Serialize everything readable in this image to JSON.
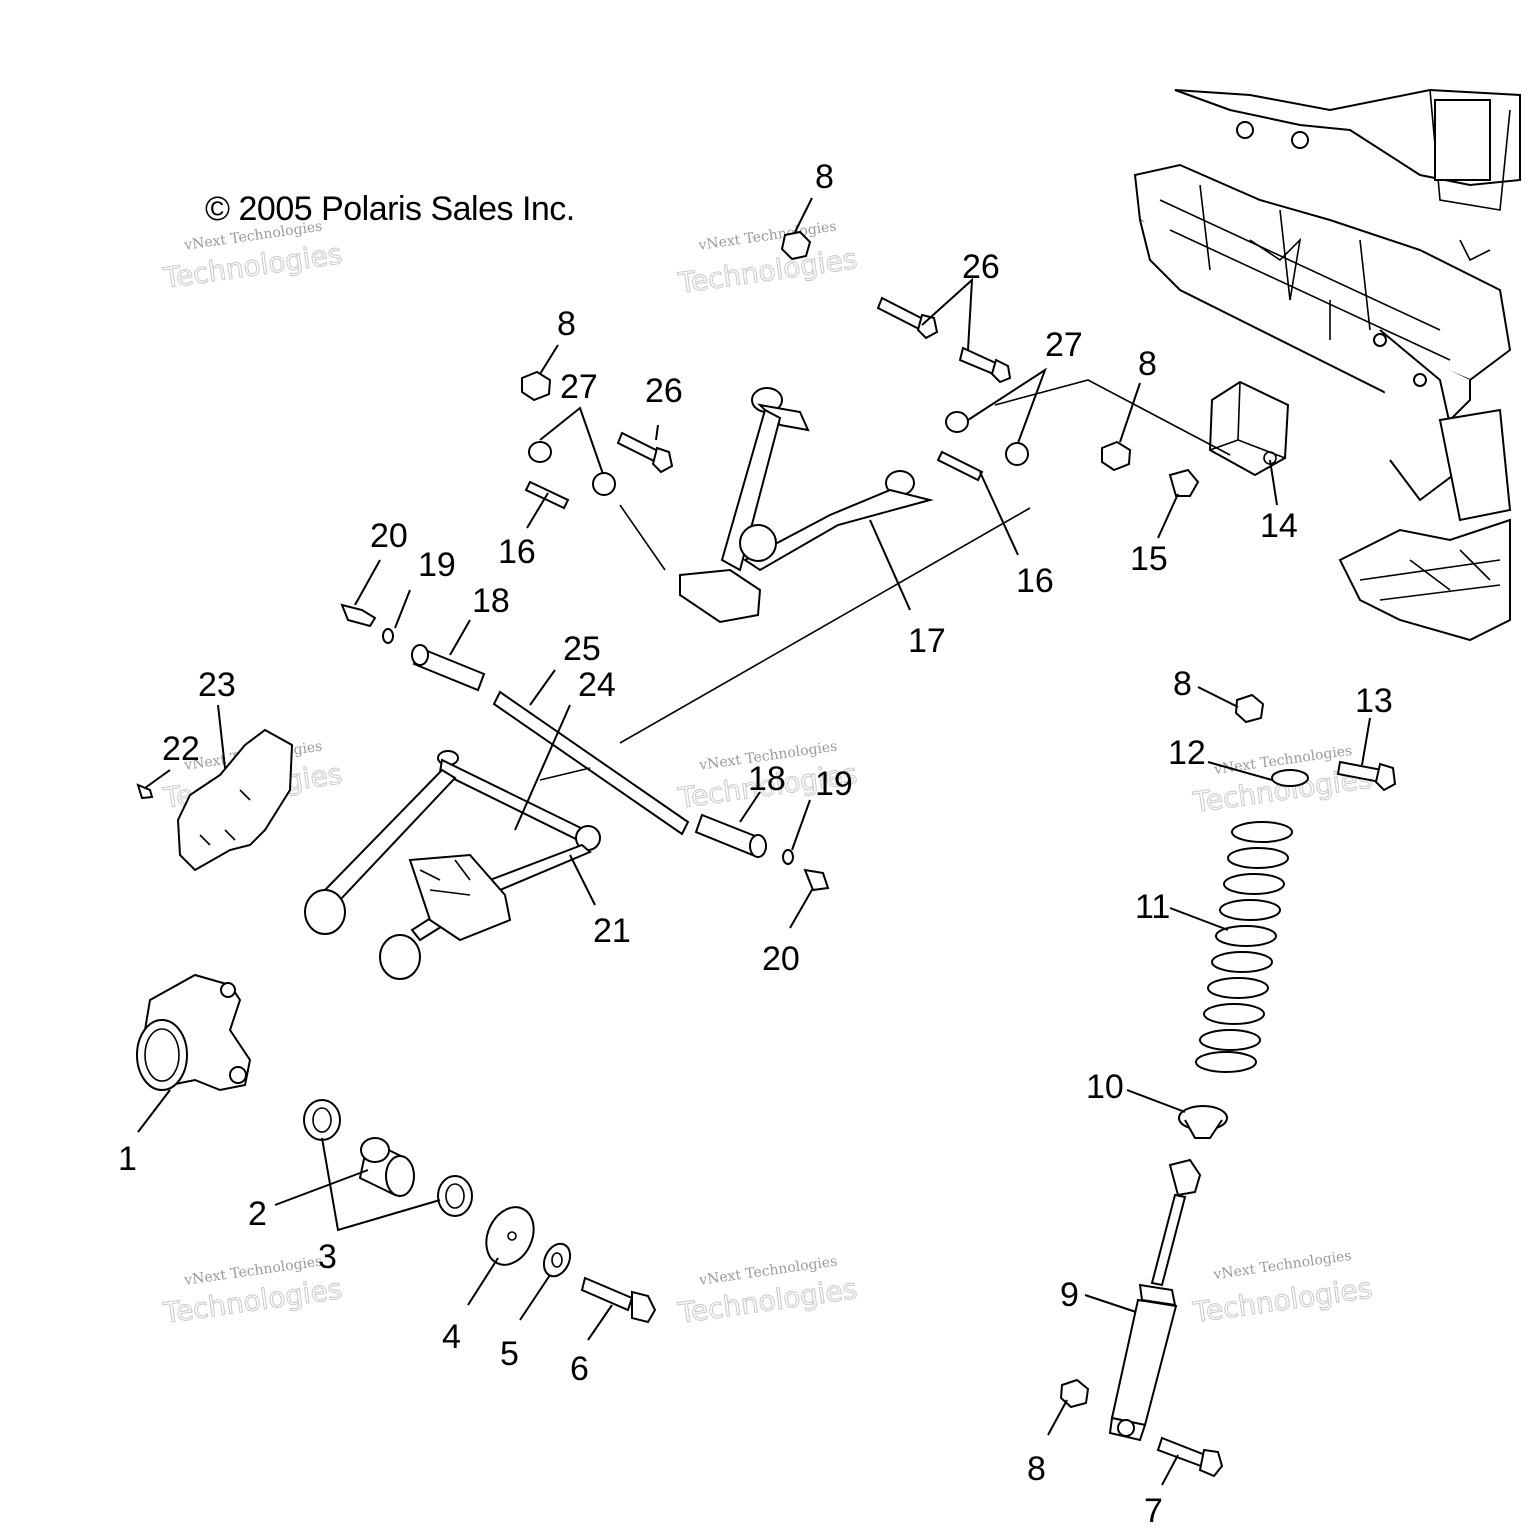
{
  "copyright": "© 2005 Polaris Sales Inc.",
  "watermark": {
    "line1": "vNext Technologies",
    "line2": "vNext",
    "line3": "Technologies"
  },
  "callouts": [
    {
      "id": "c1",
      "label": "1"
    },
    {
      "id": "c2",
      "label": "2"
    },
    {
      "id": "c3",
      "label": "3"
    },
    {
      "id": "c4",
      "label": "4"
    },
    {
      "id": "c5",
      "label": "5"
    },
    {
      "id": "c6",
      "label": "6"
    },
    {
      "id": "c7",
      "label": "7"
    },
    {
      "id": "c8a",
      "label": "8"
    },
    {
      "id": "c8b",
      "label": "8"
    },
    {
      "id": "c8c",
      "label": "8"
    },
    {
      "id": "c8d",
      "label": "8"
    },
    {
      "id": "c8e",
      "label": "8"
    },
    {
      "id": "c9",
      "label": "9"
    },
    {
      "id": "c10",
      "label": "10"
    },
    {
      "id": "c11",
      "label": "11"
    },
    {
      "id": "c12",
      "label": "12"
    },
    {
      "id": "c13",
      "label": "13"
    },
    {
      "id": "c14",
      "label": "14"
    },
    {
      "id": "c15",
      "label": "15"
    },
    {
      "id": "c16a",
      "label": "16"
    },
    {
      "id": "c16b",
      "label": "16"
    },
    {
      "id": "c17",
      "label": "17"
    },
    {
      "id": "c18a",
      "label": "18"
    },
    {
      "id": "c18b",
      "label": "18"
    },
    {
      "id": "c19a",
      "label": "19"
    },
    {
      "id": "c19b",
      "label": "19"
    },
    {
      "id": "c20a",
      "label": "20"
    },
    {
      "id": "c20b",
      "label": "20"
    },
    {
      "id": "c21",
      "label": "21"
    },
    {
      "id": "c22",
      "label": "22"
    },
    {
      "id": "c23",
      "label": "23"
    },
    {
      "id": "c24",
      "label": "24"
    },
    {
      "id": "c25",
      "label": "25"
    },
    {
      "id": "c26a",
      "label": "26"
    },
    {
      "id": "c26b",
      "label": "26"
    },
    {
      "id": "c27a",
      "label": "27"
    },
    {
      "id": "c27b",
      "label": "27"
    }
  ]
}
